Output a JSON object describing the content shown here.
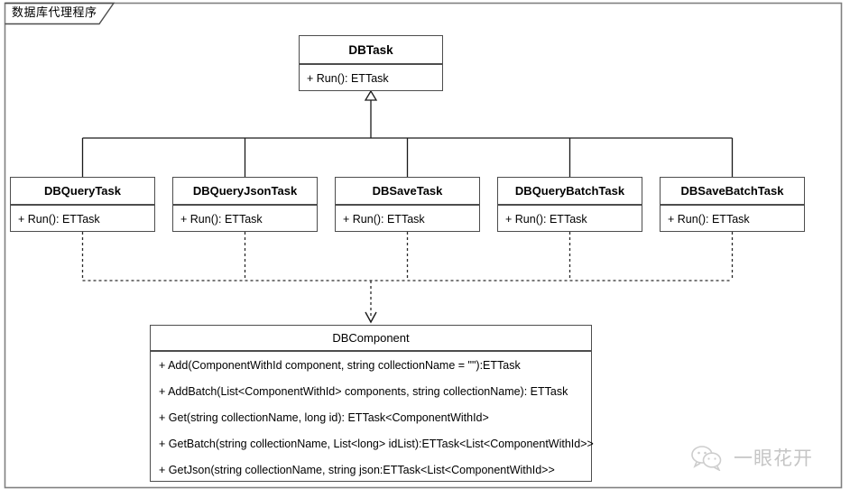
{
  "frame": {
    "label": "数据库代理程序"
  },
  "diagram": {
    "type": "uml-class-diagram",
    "superclass": {
      "name": "DBTask",
      "members": [
        "+ Run(): ETTask"
      ]
    },
    "subclasses": [
      {
        "name": "DBQueryTask",
        "members": [
          "+ Run(): ETTask"
        ]
      },
      {
        "name": "DBQueryJsonTask",
        "members": [
          "+ Run(): ETTask"
        ]
      },
      {
        "name": "DBSaveTask",
        "members": [
          "+ Run(): ETTask"
        ]
      },
      {
        "name": "DBQueryBatchTask",
        "members": [
          "+ Run(): ETTask"
        ]
      },
      {
        "name": "DBSaveBatchTask",
        "members": [
          "+ Run(): ETTask"
        ]
      }
    ],
    "component": {
      "name": "DBComponent",
      "members": [
        "+ Add(ComponentWithId component, string collectionName = \"\"):ETTask",
        "+ AddBatch(List<ComponentWithId> components, string collectionName): ETTask",
        "+ Get(string collectionName, long id): ETTask<ComponentWithId>",
        "+ GetBatch(string collectionName, List<long> idList):ETTask<List<ComponentWithId>>",
        "+ GetJson(string collectionName, string json:ETTask<List<ComponentWithId>>"
      ]
    },
    "relations": {
      "generalization": "DBTask",
      "dependency": "DBComponent"
    }
  },
  "watermark": {
    "text": "一眼花开",
    "icon": "wechat-icon"
  },
  "colors": {
    "background": "#ffffff",
    "line": "#4d4d4d",
    "frame_line": "#808080",
    "text": "#000000",
    "watermark": "#8c8c8c"
  }
}
